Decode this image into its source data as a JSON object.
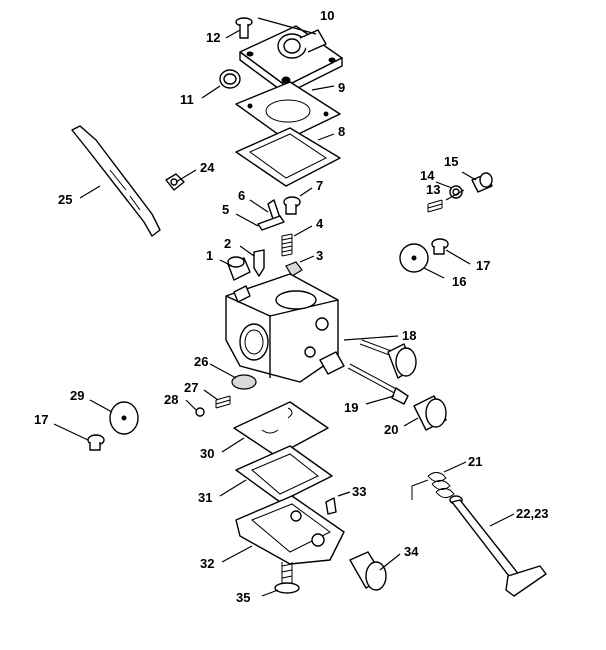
{
  "diagram": {
    "callouts": [
      {
        "id": "c1",
        "label": "1"
      },
      {
        "id": "c2",
        "label": "2"
      },
      {
        "id": "c3",
        "label": "3"
      },
      {
        "id": "c4",
        "label": "4"
      },
      {
        "id": "c5",
        "label": "5"
      },
      {
        "id": "c6",
        "label": "6"
      },
      {
        "id": "c7",
        "label": "7"
      },
      {
        "id": "c8",
        "label": "8"
      },
      {
        "id": "c9",
        "label": "9"
      },
      {
        "id": "c10",
        "label": "10"
      },
      {
        "id": "c11",
        "label": "11"
      },
      {
        "id": "c12",
        "label": "12"
      },
      {
        "id": "c13",
        "label": "13"
      },
      {
        "id": "c14",
        "label": "14"
      },
      {
        "id": "c15",
        "label": "15"
      },
      {
        "id": "c16",
        "label": "16"
      },
      {
        "id": "c17a",
        "label": "17"
      },
      {
        "id": "c17b",
        "label": "17"
      },
      {
        "id": "c18",
        "label": "18"
      },
      {
        "id": "c19",
        "label": "19"
      },
      {
        "id": "c20",
        "label": "20"
      },
      {
        "id": "c21",
        "label": "21"
      },
      {
        "id": "c22",
        "label": "22,23"
      },
      {
        "id": "c24",
        "label": "24"
      },
      {
        "id": "c25",
        "label": "25"
      },
      {
        "id": "c26",
        "label": "26"
      },
      {
        "id": "c27",
        "label": "27"
      },
      {
        "id": "c28",
        "label": "28"
      },
      {
        "id": "c29",
        "label": "29"
      },
      {
        "id": "c30",
        "label": "30"
      },
      {
        "id": "c31",
        "label": "31"
      },
      {
        "id": "c32",
        "label": "32"
      },
      {
        "id": "c33",
        "label": "33"
      },
      {
        "id": "c34",
        "label": "34"
      },
      {
        "id": "c35",
        "label": "35"
      }
    ]
  }
}
